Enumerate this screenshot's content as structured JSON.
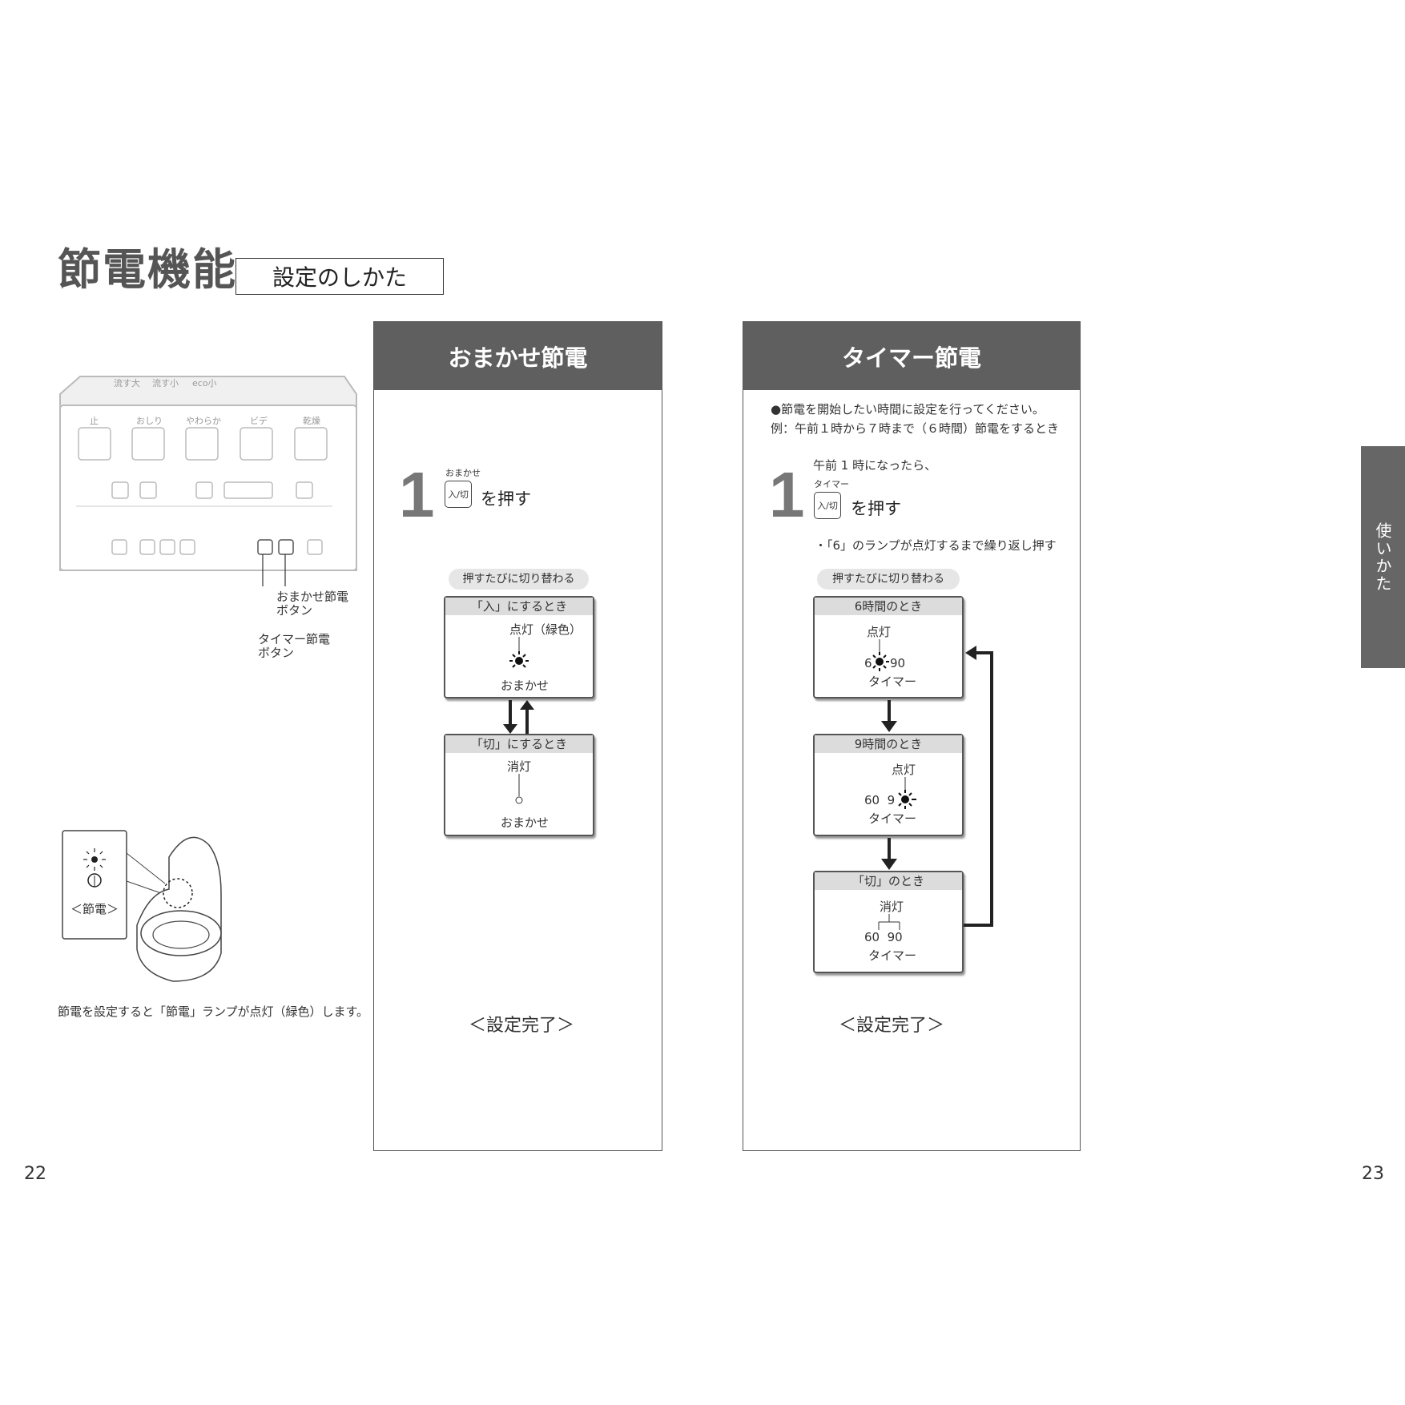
{
  "title": {
    "main": "節電機能",
    "sub": "設定のしかた"
  },
  "remote": {
    "top_buttons": [
      "流す大",
      "流す小",
      "eco小"
    ],
    "labels": [
      "止",
      "おしり",
      "やわらか",
      "ビデ",
      "乾燥"
    ],
    "callouts": {
      "omakase": "おまかせ節電\nボタン",
      "timer": "タイマー節電\nボタン"
    }
  },
  "toilet": {
    "lamp_label": "＜節電＞",
    "caption": "節電を設定すると「節電」ランプが点灯（緑色）します。"
  },
  "omakase_panel": {
    "header": "おまかせ節電",
    "step": "1",
    "button_top": "おまかせ",
    "button_label": "入/切",
    "push_text": "を押す",
    "toggle_label": "押すたびに切り替わる",
    "box_on": {
      "title": "「入」にするとき",
      "state": "点灯（緑色）",
      "lamp": "おまかせ"
    },
    "box_off": {
      "title": "「切」にするとき",
      "state": "消灯",
      "lamp": "おまかせ"
    },
    "done": "＜設定完了＞"
  },
  "timer_panel": {
    "header": "タイマー節電",
    "intro1": "●節電を開始したい時間に設定を行ってください。",
    "intro2": "例：午前１時から７時まで（６時間）節電をするとき",
    "step": "1",
    "step_pre": "午前 1 時になったら、",
    "button_top": "タイマー",
    "button_label": "入/切",
    "push_text": "を押す",
    "note": "・「6」のランプが点灯するまで繰り返し押す",
    "toggle_label": "押すたびに切り替わる",
    "box6": {
      "title": "6時間のとき",
      "state": "点灯",
      "lamps": "6",
      "lamps2": "90",
      "lamp": "タイマー"
    },
    "box9": {
      "title": "9時間のとき",
      "state": "点灯",
      "lamps": "60  9",
      "lamp": "タイマー"
    },
    "boxoff": {
      "title": "「切」のとき",
      "state": "消灯",
      "lamps": "60  90",
      "lamp": "タイマー"
    },
    "done": "＜設定完了＞"
  },
  "side_tab": "使いかた",
  "page_left": "22",
  "page_right": "23"
}
